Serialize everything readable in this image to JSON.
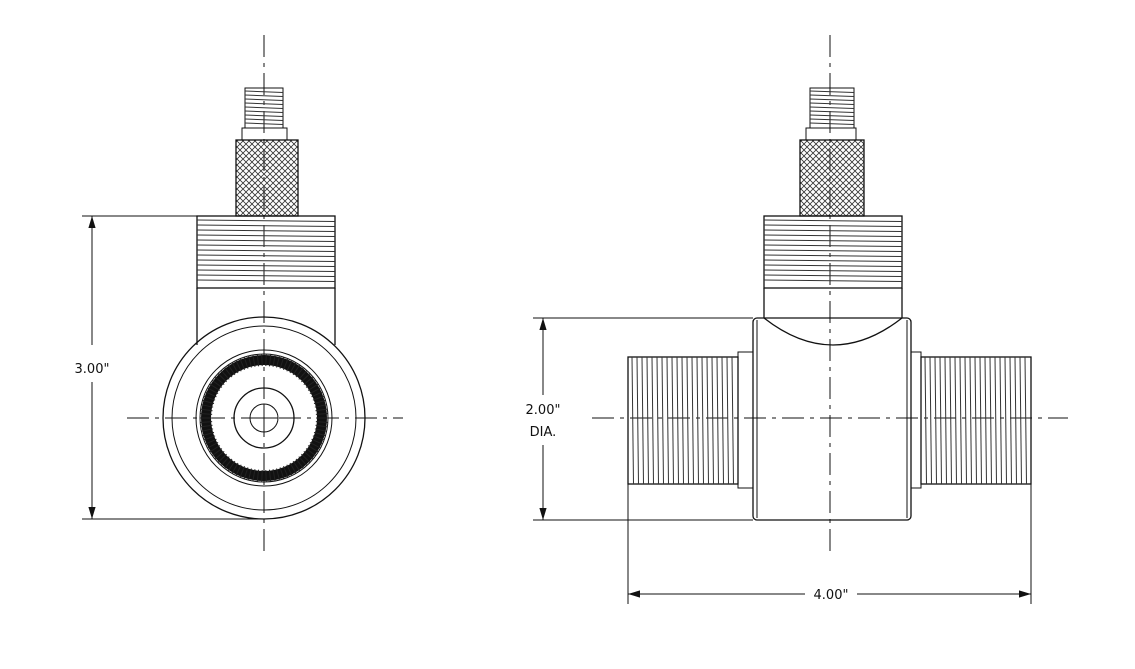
{
  "drawing": {
    "front_view": {
      "height_dimension": "3.00\""
    },
    "side_view": {
      "diameter_dimension": "2.00\"",
      "diameter_suffix": "DIA.",
      "length_dimension": "4.00\""
    }
  }
}
